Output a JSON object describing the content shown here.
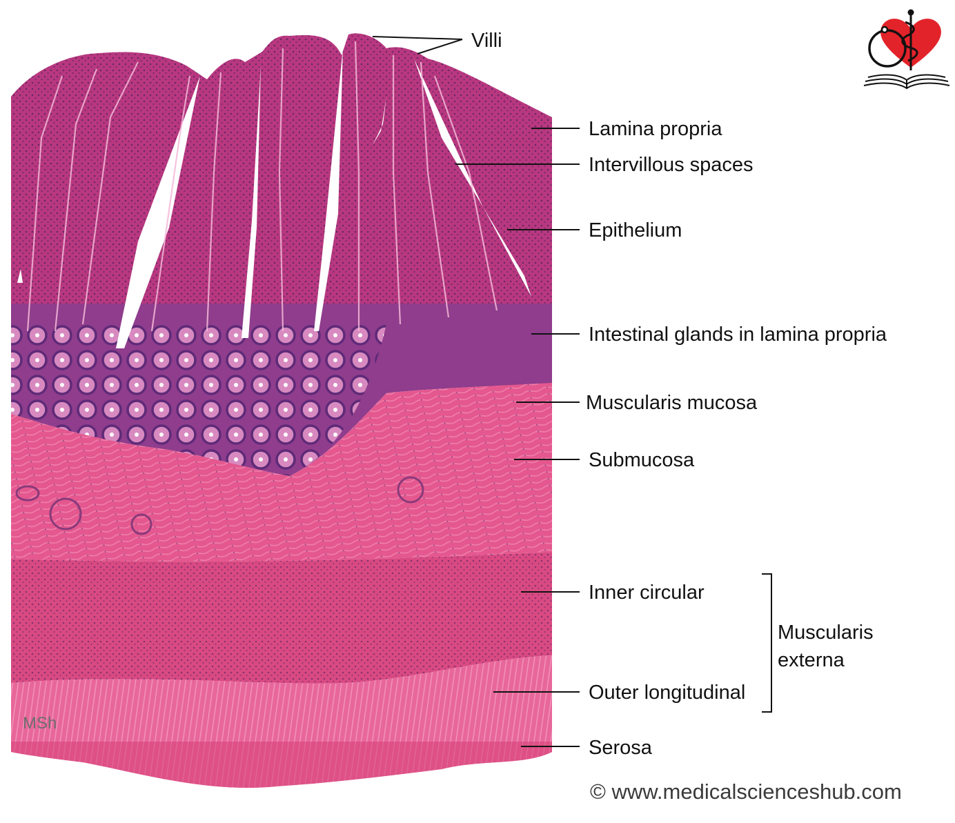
{
  "labels": {
    "villi": "Villi",
    "lamina_propria": "Lamina propria",
    "intervillous_spaces": "Intervillous spaces",
    "epithelium": "Epithelium",
    "intestinal_glands": "Intestinal glands in lamina propria",
    "muscularis_mucosa": "Muscularis mucosa",
    "submucosa": "Submucosa",
    "inner_circular": "Inner circular",
    "outer_longitudinal": "Outer longitudinal",
    "muscularis_externa_line1": "Muscularis",
    "muscularis_externa_line2": "externa",
    "serosa": "Serosa"
  },
  "watermark": "MSh",
  "copyright": "© www.medicalscienceshub.com",
  "logo": {
    "icon": "caduceus-heart-book-logo",
    "heart_color": "#e3232a"
  },
  "colors": {
    "mucosa": "#b8387f",
    "mucosa_dark": "#8c2a6e",
    "glands": "#8f3d8c",
    "submucosa": "#e4588f",
    "muscle_inner": "#d94a82",
    "muscle_outer": "#e8679b",
    "serosa": "#d63e74",
    "line": "#111111"
  }
}
